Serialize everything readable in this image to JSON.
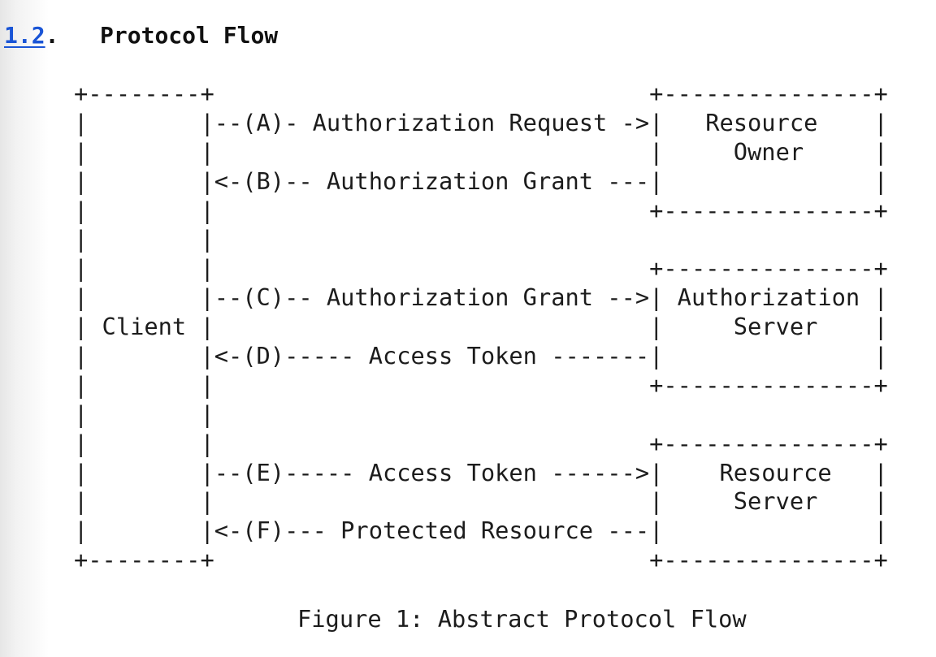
{
  "section": {
    "number": "1.2",
    "dot": ".",
    "title": "Protocol Flow"
  },
  "figure": {
    "lines": [
      "+--------+                               +---------------+",
      "|        |--(A)- Authorization Request ->|   Resource    |",
      "|        |                               |     Owner     |",
      "|        |<-(B)-- Authorization Grant ---|               |",
      "|        |                               +---------------+",
      "|        |",
      "|        |                               +---------------+",
      "|        |--(C)-- Authorization Grant -->| Authorization |",
      "| Client |                               |     Server    |",
      "|        |<-(D)----- Access Token -------|               |",
      "|        |                               +---------------+",
      "|        |",
      "|        |                               +---------------+",
      "|        |--(E)----- Access Token ------>|    Resource   |",
      "|        |                               |     Server    |",
      "|        |<-(F)--- Protected Resource ---|               |",
      "+--------+                               +---------------+"
    ],
    "caption": "Figure 1: Abstract Protocol Flow"
  },
  "colors": {
    "link": "#1a55d6",
    "text": "#111111",
    "background": "#ffffff"
  }
}
